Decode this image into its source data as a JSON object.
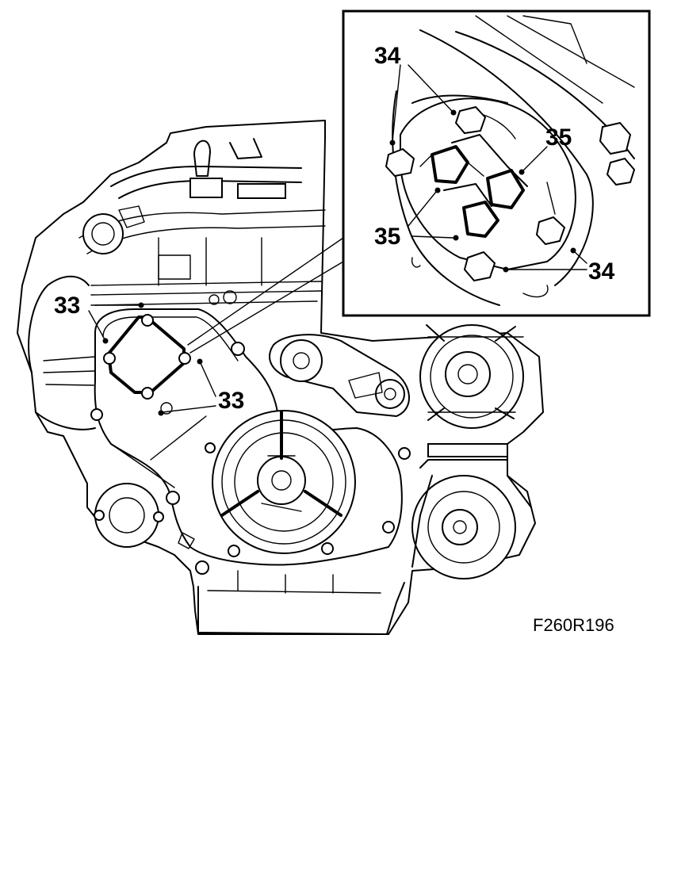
{
  "figure": {
    "code": "F260R196"
  },
  "callouts": {
    "c33_upper": "33",
    "c33_lower": "33",
    "c34_top": "34",
    "c34_bottom": "34",
    "c35_right": "35",
    "c35_left": "35"
  },
  "colors": {
    "ink": "#000000",
    "paper": "#ffffff"
  }
}
